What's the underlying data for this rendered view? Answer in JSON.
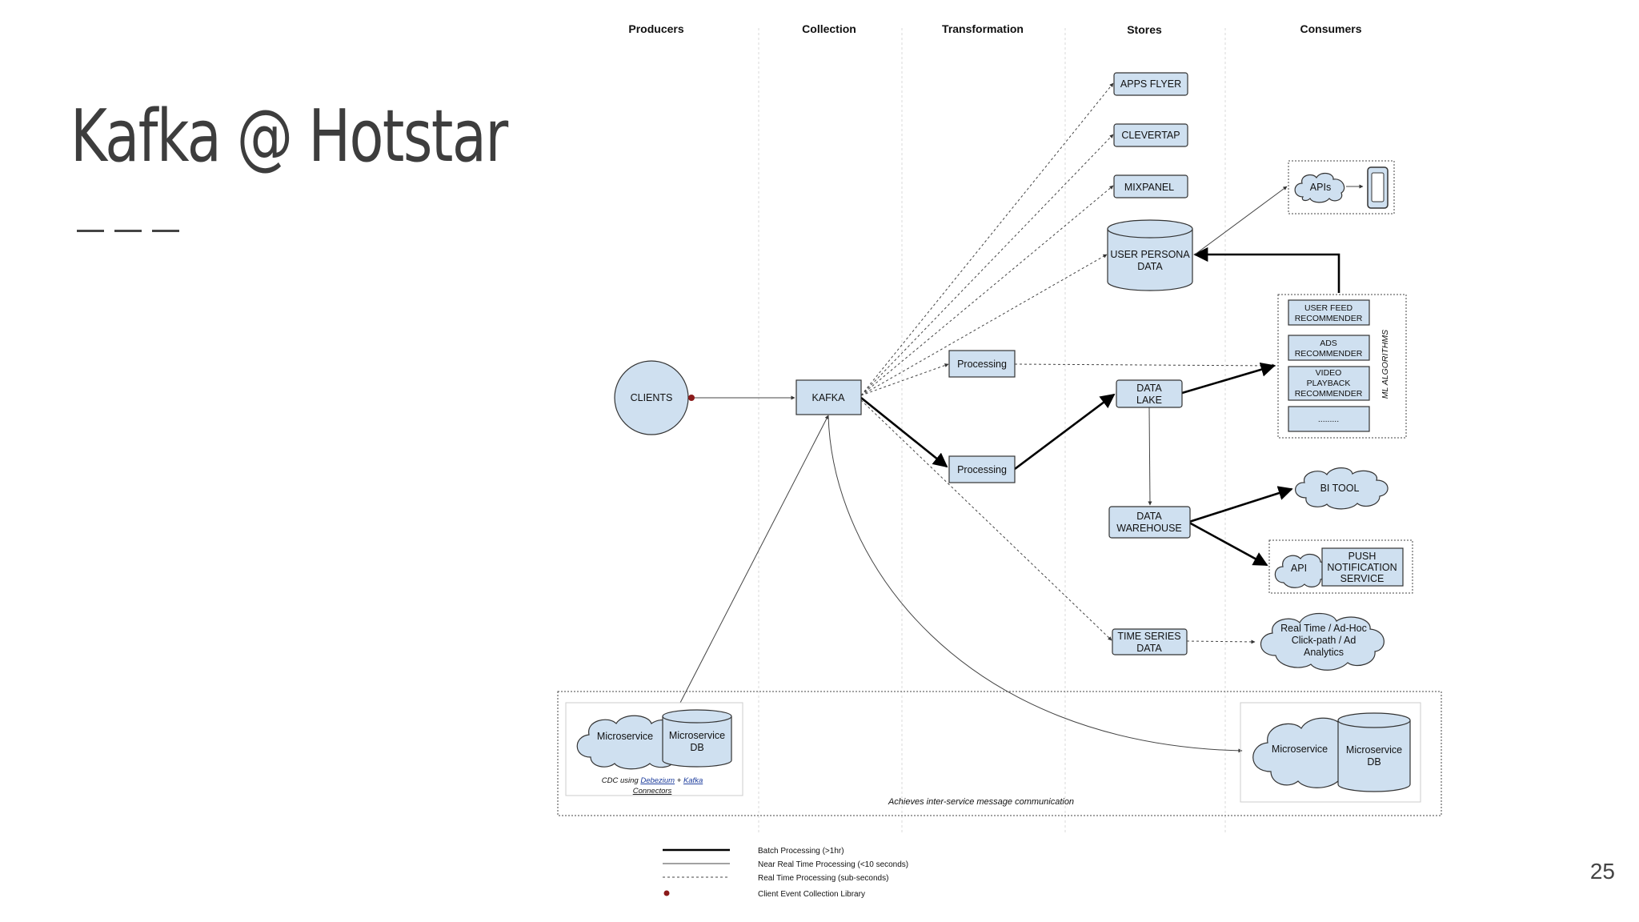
{
  "slide": {
    "title": "Kafka @ Hotstar",
    "page_number": "25"
  },
  "lanes": [
    "Producers",
    "Collection",
    "Transformation",
    "Stores",
    "Consumers"
  ],
  "nodes": {
    "clients": "CLIENTS",
    "kafka": "KAFKA",
    "processing_rt": "Processing",
    "processing_batch": "Processing",
    "apps_flyer": "APPS FLYER",
    "clevertap": "CLEVERTAP",
    "mixpanel": "MIXPANEL",
    "user_persona": [
      "USER PERSONA",
      "DATA"
    ],
    "data_lake": [
      "DATA",
      "LAKE"
    ],
    "data_warehouse": [
      "DATA",
      "WAREHOUSE"
    ],
    "time_series": [
      "TIME SERIES",
      "DATA"
    ],
    "apis": "APIs",
    "user_feed": [
      "USER FEED",
      "RECOMMENDER"
    ],
    "ads_rec": [
      "ADS",
      "RECOMMENDER"
    ],
    "video_rec": [
      "VIDEO",
      "PLAYBACK",
      "RECOMMENDER"
    ],
    "more_algos": ".........",
    "ml_algorithms": "ML ALGORITHMS",
    "bi_tool": "BI TOOL",
    "api": "API",
    "push_service": [
      "PUSH",
      "NOTIFICATION",
      "SERVICE"
    ],
    "analytics": [
      "Real Time / Ad-Hoc",
      "Click-path / Ad",
      "Analytics"
    ],
    "microservice_left": "Microservice",
    "microservice_db_left": [
      "Microservice",
      "DB"
    ],
    "microservice_right": "Microservice",
    "microservice_db_right": [
      "Microservice",
      "DB"
    ]
  },
  "cdc_note": {
    "prefix": "CDC using ",
    "link1": "Debezium",
    "sep": " + ",
    "link2a": "Kafka",
    "link2b": "Connectors"
  },
  "inter_service_note": "Achieves inter-service message communication",
  "legend": [
    {
      "style": "thick",
      "label": "Batch Processing (>1hr)"
    },
    {
      "style": "thin",
      "label": "Near Real Time Processing (<10 seconds)"
    },
    {
      "style": "dotted",
      "label": "Real Time Processing (sub-seconds)"
    },
    {
      "style": "dot",
      "label": "Client Event Collection Library"
    }
  ],
  "colors": {
    "box_fill": "#cfe0f0",
    "client_dot": "#8b1a1a",
    "title_text": "#3d3d3d"
  }
}
